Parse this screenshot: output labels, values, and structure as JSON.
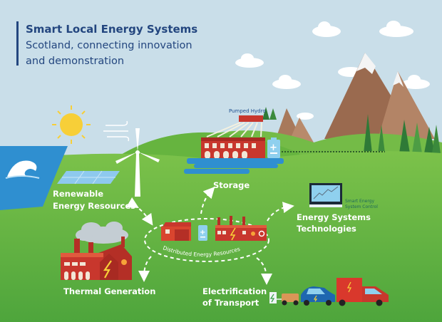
{
  "header": {
    "title": "Smart Local Energy Systems",
    "subtitle_line1": "Scotland, connecting innovation",
    "subtitle_line2": "and demonstration"
  },
  "labels": {
    "pumped_hydro": "Pumped Hydro",
    "storage": "Storage",
    "renewable_line1": "Renewable",
    "renewable_line2": "Energy Resources",
    "smart_control_line1": "Smart Energy",
    "smart_control_line2": "System Control",
    "est_line1": "Energy Systems",
    "est_line2": "Technologies",
    "der": "Distributed Energy Resources",
    "thermal": "Thermal Generation",
    "transport_line1": "Electrification",
    "transport_line2": "of Transport"
  },
  "colors": {
    "sky": "#c9dee9",
    "grass": "#5fb043",
    "brand_blue": "#23467f",
    "building_red": "#c8372d",
    "sea": "#2f8fd0"
  }
}
